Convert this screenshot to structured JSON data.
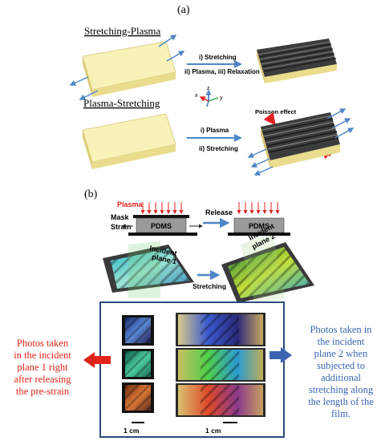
{
  "panel_a": {
    "label": "(a)",
    "section1_title": "Stretching-Plasma",
    "section1_step1": "i) Stretching",
    "section1_step2": "ii) Plasma, iii) Relaxation",
    "section2_title": "Plasma-Stretching",
    "section2_step1": "i) Plasma",
    "section2_step2": "ii) Stretching",
    "poisson_label": "Poisson effect",
    "axes": {
      "x": "x",
      "y": "y",
      "z": "z"
    }
  },
  "panel_b": {
    "label": "(b)",
    "plasma": "Plasma",
    "mask": "Mask",
    "strain": "Strain",
    "pdms_left": "PDMS",
    "pdms_right": "PDMS",
    "release": "Release",
    "incident_plane_1": [
      "Incident",
      "plane 1"
    ],
    "incident_plane_2": [
      "Incident",
      "plane 2"
    ],
    "stretching": "Stretching",
    "scale_left": "1 cm",
    "scale_right": "1 cm",
    "note_left": [
      "Photos taken",
      "in the incident",
      "plane 1 right",
      "after releasing",
      "the pre-strain"
    ],
    "note_right": [
      "Photos taken in",
      "the incident",
      "plane 2 when",
      "subjected to",
      "additional",
      "stretching along",
      "the length of the",
      "film."
    ]
  },
  "colors": {
    "slab_top": "#f8f1b8",
    "slab_side": "#e9dc8c",
    "ridge_dark": "#4a4a4a",
    "arrow_blue": "#4f86c6",
    "plasma_red": "#e02020",
    "note_red": "#e2231a",
    "note_blue": "#3a64b0",
    "frame_navy": "#2d4a7a"
  }
}
